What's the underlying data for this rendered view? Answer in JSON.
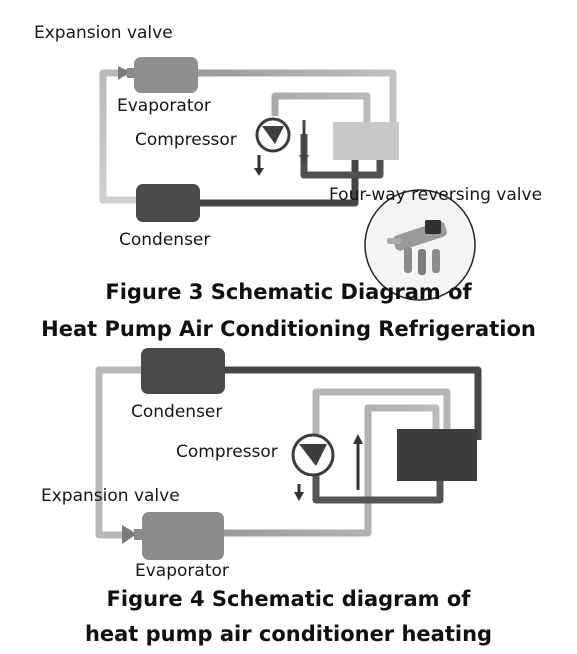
{
  "figure3": {
    "labels": {
      "expansion_valve": "Expansion valve",
      "evaporator": "Evaporator",
      "compressor": "Compressor",
      "condenser": "Condenser",
      "four_way_valve": "Four-way reversing valve"
    },
    "caption_line1": "Figure 3  Schematic Diagram of",
    "caption_line2": "Heat Pump Air Conditioning Refrigeration"
  },
  "figure4": {
    "labels": {
      "condenser": "Condenser",
      "compressor": "Compressor",
      "expansion_valve": "Expansion valve",
      "evaporator": "Evaporator"
    },
    "caption_line1": "Figure 4 Schematic diagram of",
    "caption_line2": "heat pump air conditioner heating"
  },
  "colors": {
    "light_pipe": "#b4b4b4",
    "mid_pipe": "#8a8a8a",
    "dark_pipe": "#484848",
    "evaporator_fill": "#8f8f8f",
    "condenser_fill": "#4a4a4a",
    "valve_body_light": "#c8c8c8",
    "valve_body_dark": "#3c3c3c"
  }
}
